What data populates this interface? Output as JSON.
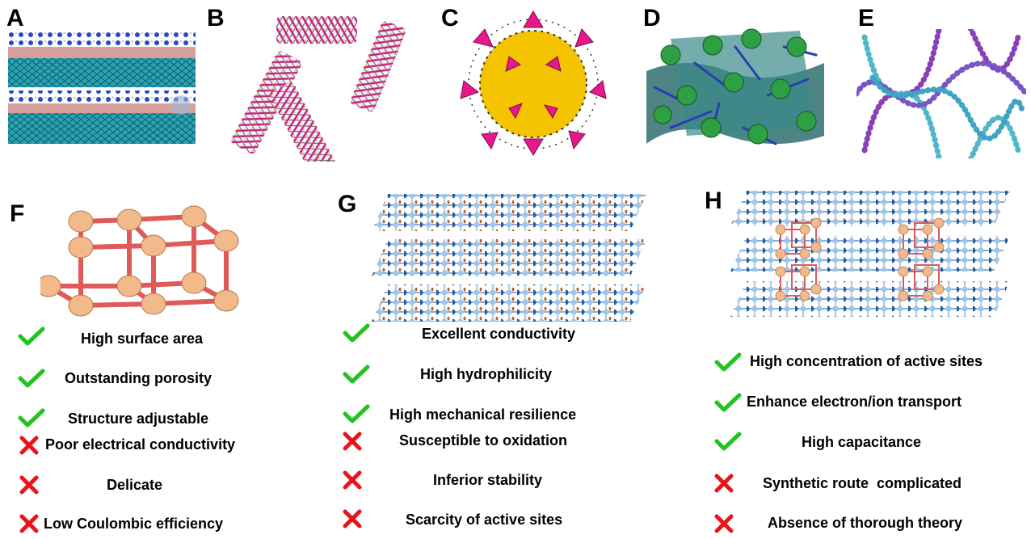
{
  "panels": {
    "A": "A",
    "B": "B",
    "C": "C",
    "D": "D",
    "E": "E",
    "F": "F",
    "G": "G",
    "H": "H"
  },
  "columns": {
    "F": {
      "pros": [
        "High surface area",
        "Outstanding porosity",
        "Structure adjustable"
      ],
      "cons": [
        "Poor electrical conductivity",
        "Delicate",
        "Low Coulombic efficiency"
      ]
    },
    "G": {
      "pros": [
        "Excellent conductivity",
        "High hydrophilicity",
        "High mechanical resilience"
      ],
      "cons": [
        "Susceptible to oxidation",
        "Inferior stability",
        "Scarcity of active sites"
      ]
    },
    "H": {
      "pros": [
        "High concentration of active sites",
        "Enhance electron/ion transport",
        "High capacitance"
      ],
      "cons": [
        "Synthetic route  complicated",
        "Absence of thorough theory"
      ]
    }
  },
  "colors": {
    "check": "#22c21f",
    "cross": "#e8141b",
    "frame": "#e05a5a",
    "node": "#f2b98a",
    "layer_dark": "#1f5ea8",
    "layer_light": "#9cc6ea",
    "yellow": "#f5c400",
    "magenta": "#e6188c",
    "green": "#2ea043"
  },
  "icons": {
    "pro": "check-mark-icon",
    "con": "cross-mark-icon"
  }
}
